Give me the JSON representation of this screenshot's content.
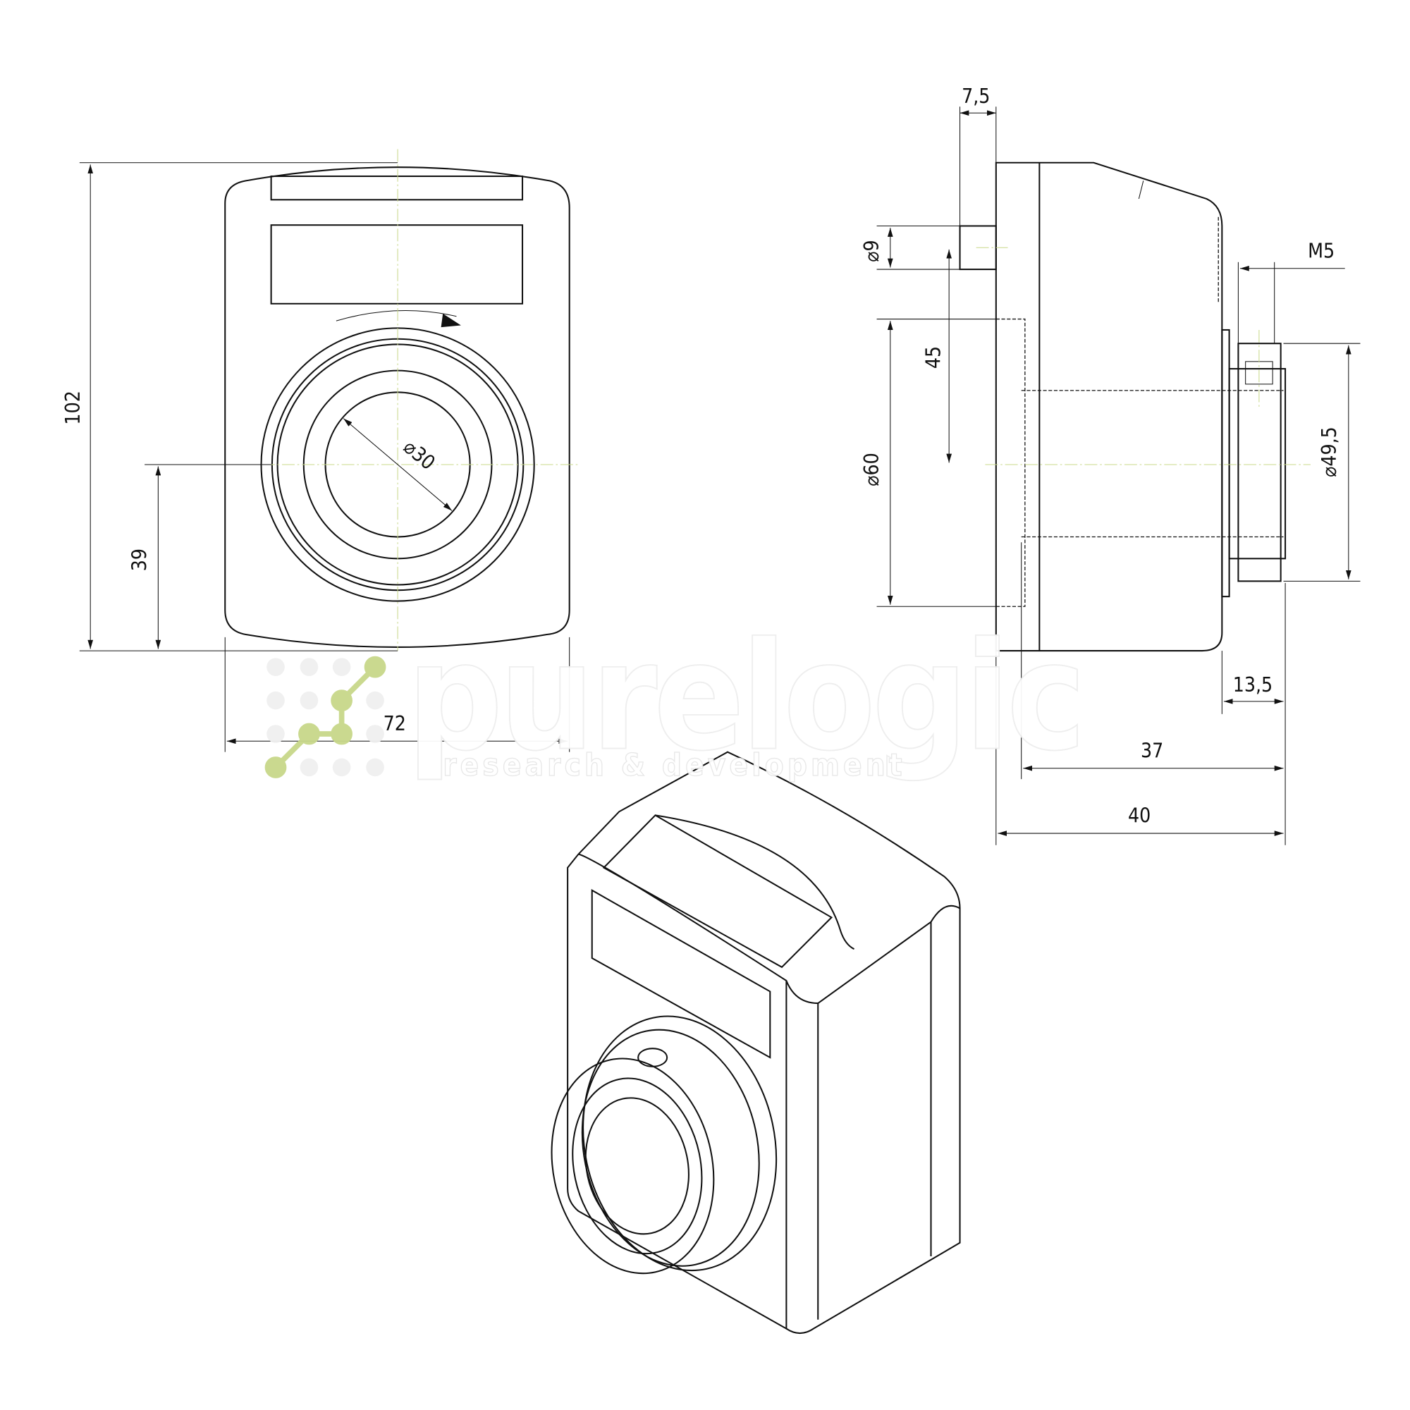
{
  "drawing": {
    "front_view": {
      "height": "102",
      "center_height": "39",
      "width": "72",
      "bore": "⌀30"
    },
    "side_view": {
      "shaft_offset": "7,5",
      "pin_diameter": "⌀9",
      "pin_to_center": "45",
      "hub_diameter": "⌀60",
      "thread": "M5",
      "collar_diameter": "⌀49,5",
      "collar_depth": "13,5",
      "body_depth": "37",
      "overall_depth": "40"
    },
    "colors": {
      "line": "#111111",
      "centerline": "#c8d88a",
      "logo": "#c8d88a"
    }
  },
  "watermark": {
    "brand": "purelogic",
    "tagline": "research & development"
  }
}
